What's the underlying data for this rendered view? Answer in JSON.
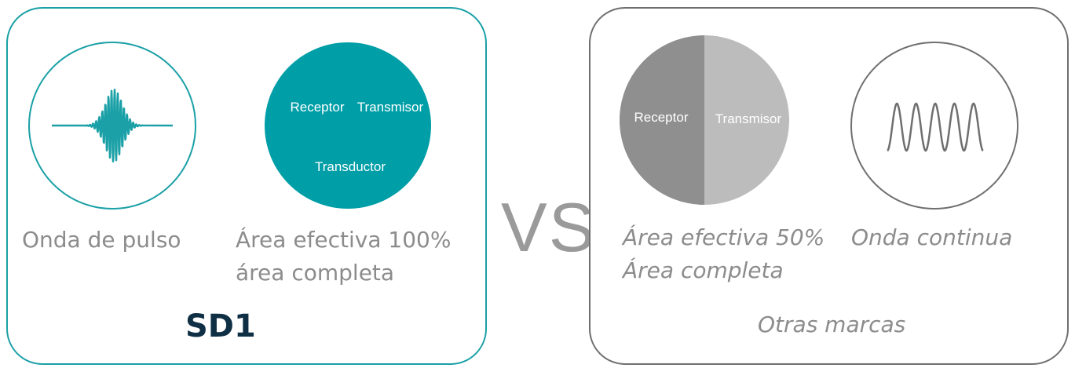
{
  "left": {
    "pulse_caption": "Onda de pulso",
    "area_caption_line1": "Área efectiva 100%",
    "area_caption_line2": "área completa",
    "transducer": {
      "receptor": "Receptor",
      "transmisor": "Transmisor",
      "transductor": "Transductor"
    },
    "brand": "SD1"
  },
  "vs": "VS",
  "right": {
    "area_caption_line1": "Área efectiva 50%",
    "area_caption_line2": "Área completa",
    "wave_caption": "Onda continua",
    "split": {
      "receptor": "Receptor",
      "transmisor": "Transmisor"
    },
    "brand": "Otras marcas"
  },
  "colors": {
    "teal": "#1aa0a6",
    "teal_fill": "#009ea7",
    "gray_dark": "#8e8f8e",
    "gray_light": "#bcbcbc",
    "outline_gray": "#6f6f6f",
    "brand_navy": "#0f2f45"
  }
}
